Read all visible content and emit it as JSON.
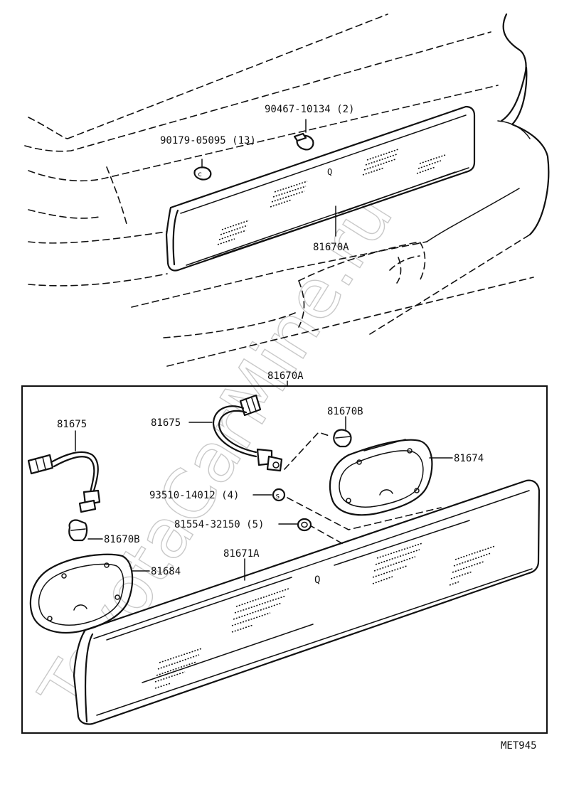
{
  "watermark": "ToyotaCarMine.ru",
  "diagram_code": "MET945",
  "upper_view": {
    "labels": {
      "screw": "90179-05095 (13)",
      "nut": "90467-10134 (2)",
      "garnish": "81670A"
    }
  },
  "lower_view": {
    "box_title": "81670A",
    "labels": {
      "socket_left": "81675",
      "socket_right": "81675",
      "bulb_right": "81670B",
      "gasket_right": "81674",
      "nut": "93510-14012 (4)",
      "washer": "81554-32150 (5)",
      "bulb_left": "81670B",
      "garnish_body": "81671A",
      "gasket_left": "81684"
    }
  }
}
